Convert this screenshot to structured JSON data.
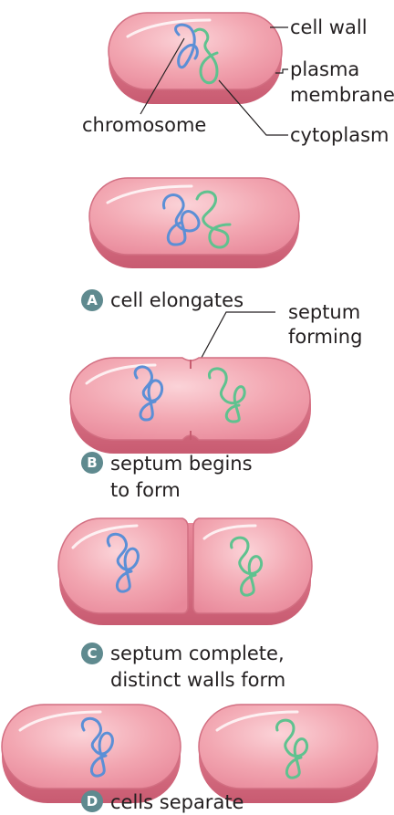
{
  "labels": {
    "cell_wall": "cell wall",
    "plasma": "plasma",
    "membrane": "membrane",
    "chromosome": "chromosome",
    "cytoplasm": "cytoplasm",
    "septum": "septum",
    "forming": "forming"
  },
  "steps": [
    {
      "letter": "A",
      "line1": "cell elongates",
      "line2": ""
    },
    {
      "letter": "B",
      "line1": "septum begins",
      "line2": "to form"
    },
    {
      "letter": "C",
      "line1": "septum complete,",
      "line2": "distinct walls form"
    },
    {
      "letter": "D",
      "line1": "cells separate",
      "line2": ""
    }
  ],
  "colors": {
    "cell_fill": "#eb8f9c",
    "cell_top": "#f6b4bd",
    "cell_shadow": "#c75d70",
    "chromosome_blue": "#5b8fd6",
    "chromosome_green": "#5fc28f",
    "badge": "#5f8a8f",
    "line": "#231f20"
  }
}
